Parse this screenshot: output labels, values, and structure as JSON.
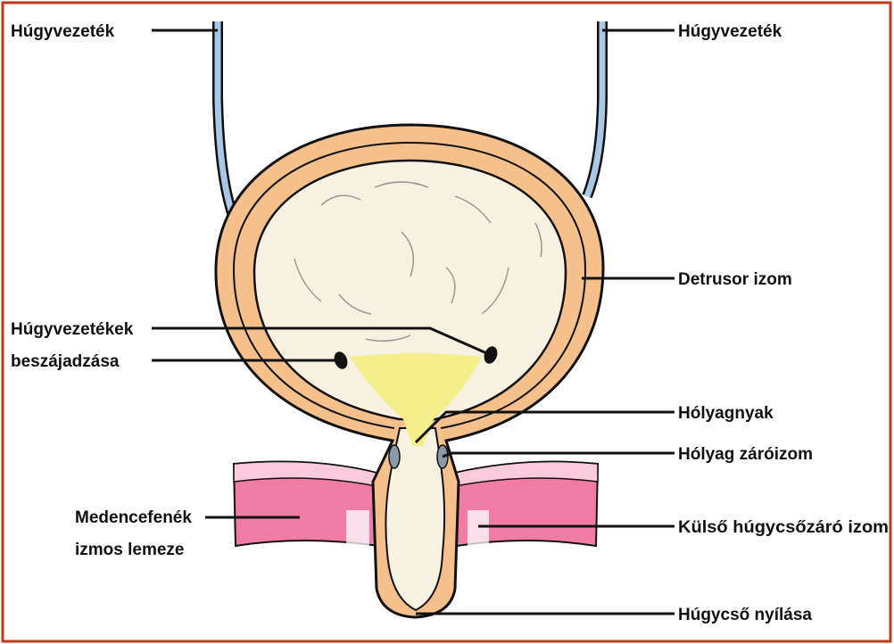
{
  "labels": {
    "ureter_left": "Húgyvezeték",
    "ureter_right": "Húgyvezeték",
    "detrusor": "Detrusor izom",
    "ureteral_orifices_1": "Húgyvezetékek",
    "ureteral_orifices_2": "beszájadzása",
    "bladder_neck": "Hólyagnyak",
    "internal_sphincter": "Hólyag záróizom",
    "pelvic_floor_1": "Medencefenék",
    "pelvic_floor_2": "izmos lemeze",
    "external_sphincter": "Külső húgycsőzáró izom",
    "urethral_opening": "Húgycső nyílása"
  },
  "colors": {
    "frame": "#c0391b",
    "muscle_wall": "#f5c08c",
    "bladder_lumen": "#f6f1e0",
    "urine": "#f4ef8a",
    "ureter": "#a8c8e6",
    "pelvic_floor": "#f07ca6",
    "pelvic_floor_light": "#f9c9dc",
    "sphincter": "#8a9aa8",
    "outline": "#111111"
  }
}
